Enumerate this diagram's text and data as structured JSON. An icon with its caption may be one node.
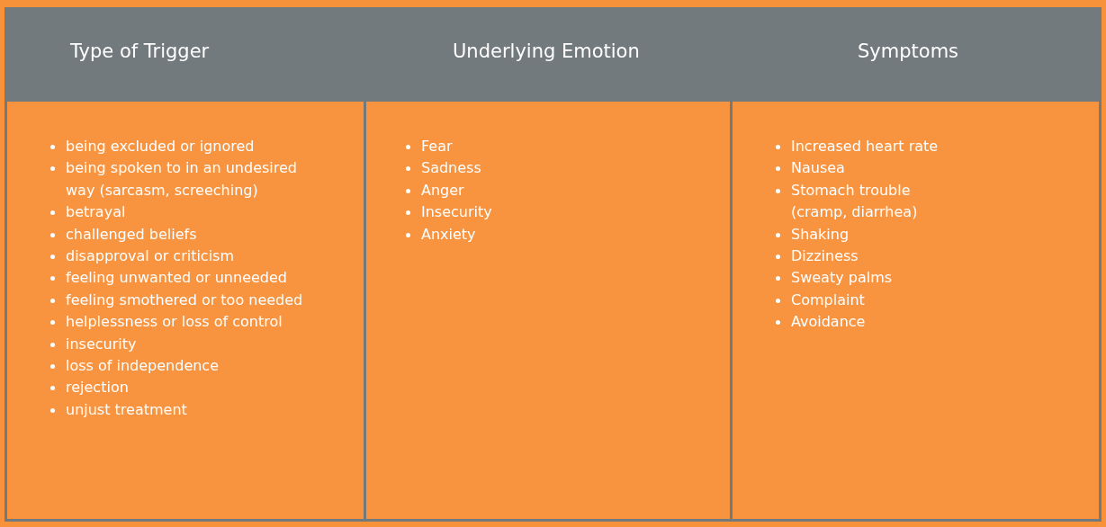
{
  "diagram": {
    "labels": [
      "Type of Trigger",
      "Underlying Emotion",
      "Symptoms",
      "being excluded or ignored",
      "being spoken to in an undesired way (sarcasm, screeching)",
      "betrayal",
      "challenged beliefs",
      "disapproval or criticism",
      "feeling unwanted or unneeded",
      "feeling smothered or too needed",
      "helplessness or loss of control",
      "insecurity",
      "loss of independence",
      "rejection",
      "unjust treatment",
      "Fear",
      "Sadness",
      "Anger",
      "Insecurity",
      "Anxiety",
      "Increased heart rate",
      "Nausea",
      "Stomach trouble (cramp, diarrhea)",
      "Shaking",
      "Dizziness",
      "Sweaty palms",
      "Complaint",
      "Avoidance"
    ]
  }
}
